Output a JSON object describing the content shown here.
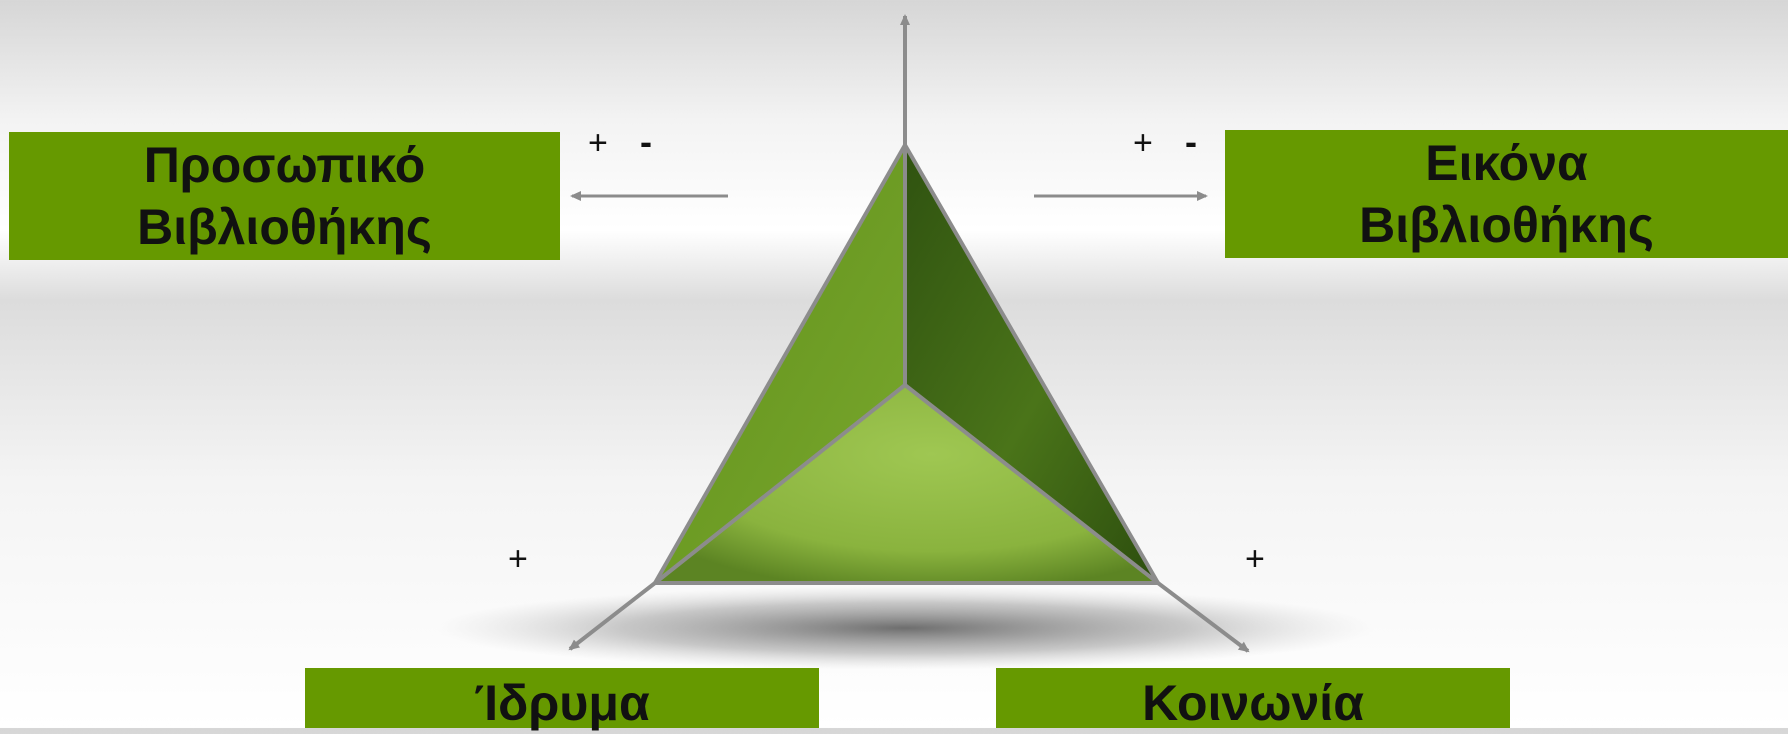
{
  "labels": {
    "top_left": [
      "Προσωπικό",
      "Βιβλιοθήκης"
    ],
    "top_right": [
      "Εικόνα",
      "Βιβλιοθήκης"
    ],
    "bottom_left": "Ίδρυμα",
    "bottom_right": "Κοινωνία"
  },
  "signs": {
    "plus": "+",
    "minus": "-"
  },
  "colors": {
    "box": "#669900",
    "face_left": "#6b9a22",
    "face_right": "#3d6314",
    "face_bottom": "#93bb45",
    "axis": "#8c8c8c"
  }
}
